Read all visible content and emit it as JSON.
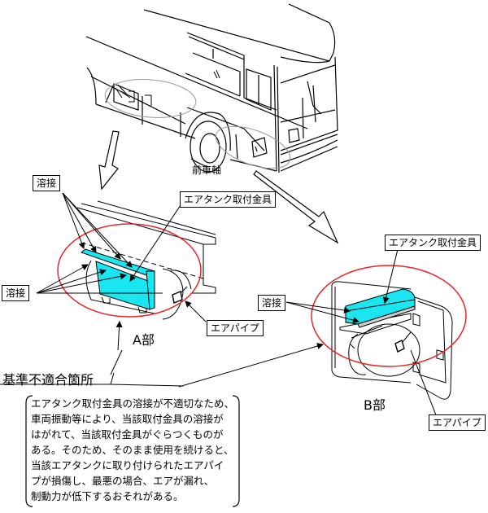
{
  "figure": {
    "front_axle_label": "前車軸",
    "part_a": {
      "title": "A部",
      "weld_top_label": "溶接",
      "weld_left_label": "溶接",
      "bracket_label": "エアタンク取付金具",
      "pipe_label": "エアパイプ"
    },
    "part_b": {
      "title": "B部",
      "weld_label": "溶接",
      "bracket_label": "エアタンク取付金具",
      "pipe_label": "エアパイプ"
    },
    "nonconforming_label": "基準不適合箇所",
    "description_lines": [
      "エアタンク取付金具の溶接が不適切なため、",
      "車両振動等により、当該取付金具の溶接が",
      "はがれて、当該取付金具がぐらつくものが",
      "ある。そのため、そのまま使用を続けると、",
      "当該エアタンクに取り付けられたエアパイ",
      "プが損傷し、最悪の場合、エアが漏れ、",
      "制動力が低下するおそれがある。"
    ],
    "colors": {
      "highlight_ellipse": "#e8262a",
      "bracket_fill": "#19e6f0",
      "line": "#000000",
      "detail_ellipse": "#9a9a9a"
    }
  }
}
